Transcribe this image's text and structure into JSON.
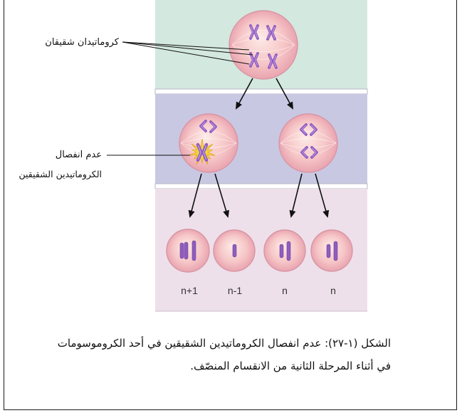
{
  "figure": {
    "labels": {
      "sister_chromatids": "كروماتيدان شقيقان",
      "nondisjunction": [
        "عدم انفصال",
        "الكروماتيدين الشقيقين"
      ]
    },
    "gametes": [
      {
        "label": "n+1"
      },
      {
        "label": "n-1"
      },
      {
        "label": "n"
      },
      {
        "label": "n"
      }
    ],
    "caption": [
      "الشكل (١-٢٧): عدم انفصال الكروماتيدين الشقيقين في أحد الكروموسومات",
      "في أثناء المرحلة الثانية من الانقسام المنصّف."
    ]
  },
  "colors": {
    "stage_1_background": "#d3e8df",
    "stage_2_background": "#c9c8e3",
    "stage_3_background": "#eee0ea",
    "cell": "#f6c6c7",
    "chromosome": "#8f5cc0",
    "nondisjunction_highlight": "#f4d53c"
  }
}
